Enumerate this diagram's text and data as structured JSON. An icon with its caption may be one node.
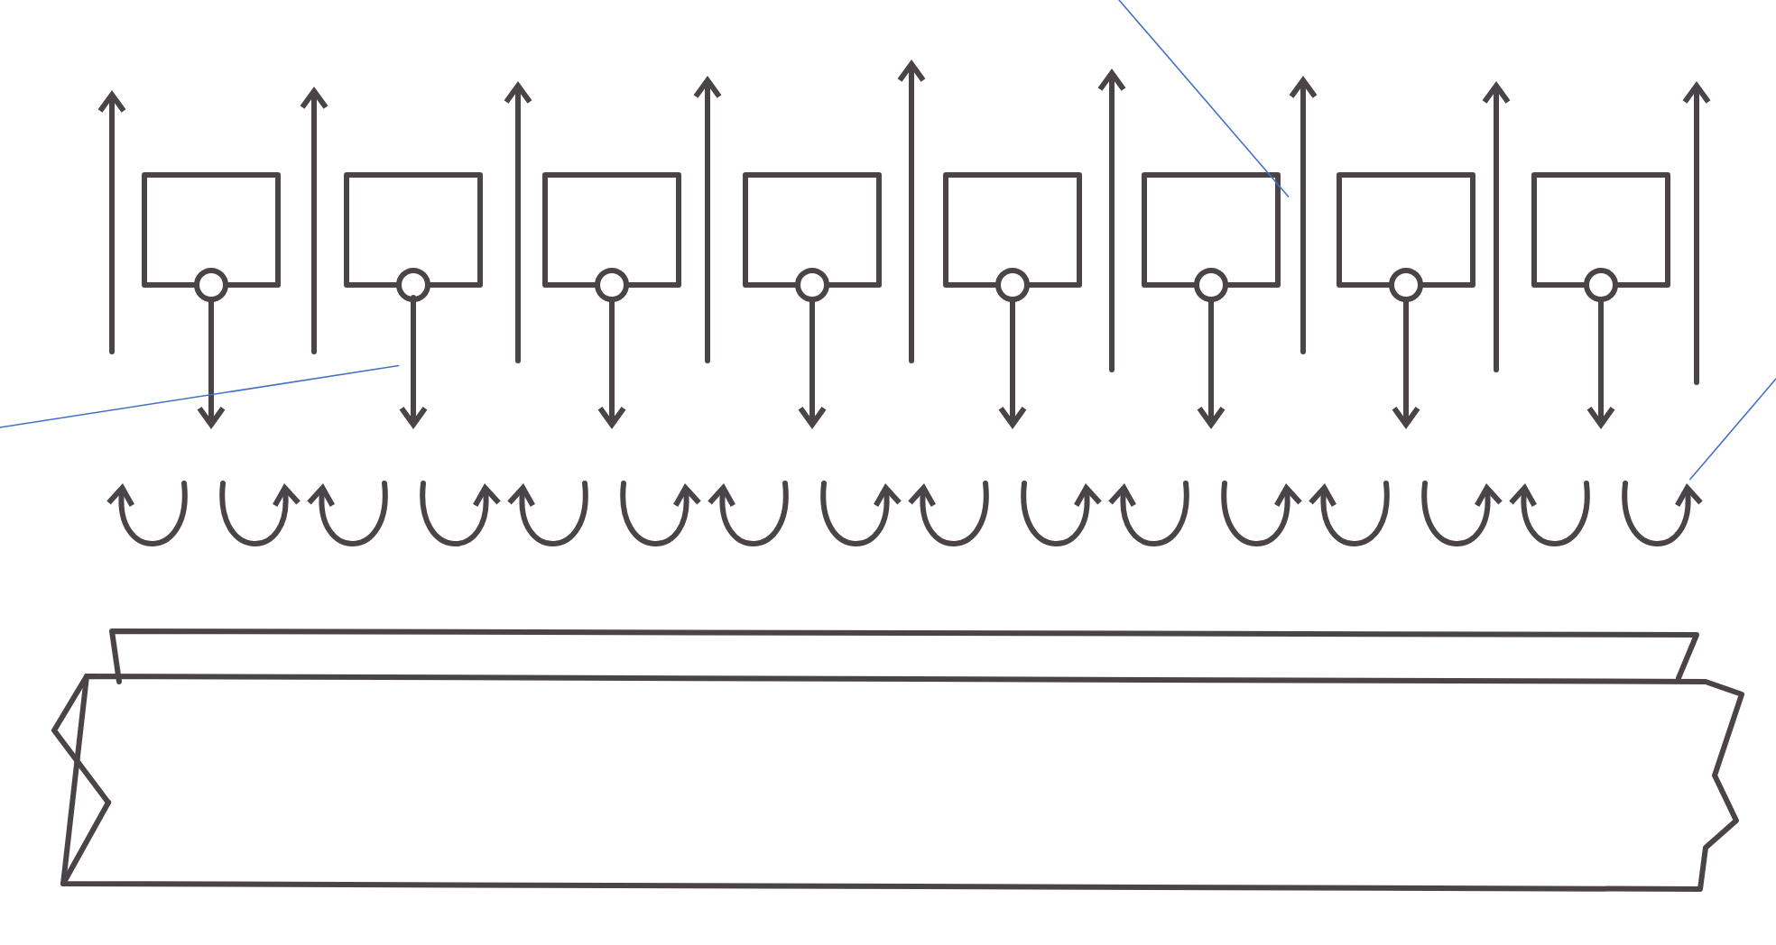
{
  "diagram": {
    "nodes": [
      {
        "text": [],
        "shape": "arrow"
      },
      {
        "text": [],
        "shape": "arrow"
      },
      {
        "text": [],
        "shape": "curl"
      }
    ],
    "edges": [
      {
        "from": null,
        "to": 0,
        "arrow": "none"
      },
      {
        "from": null,
        "to": 1,
        "arrow": "none"
      },
      {
        "from": null,
        "to": 2,
        "arrow": "none"
      }
    ]
  }
}
